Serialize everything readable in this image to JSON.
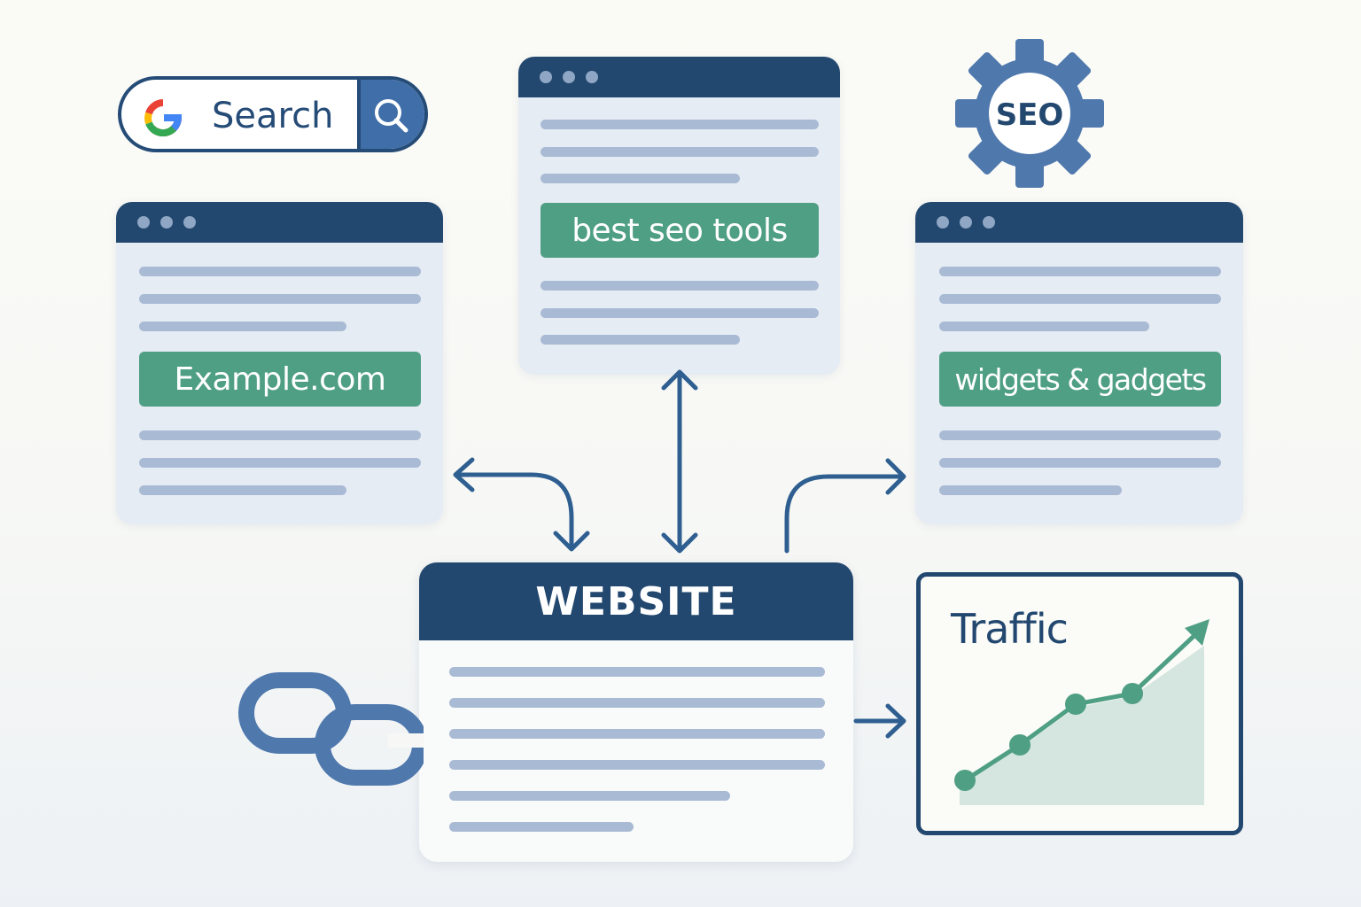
{
  "search": {
    "label": "Search",
    "logo_letter": "G"
  },
  "seo_gear": {
    "label": "SEO"
  },
  "left_page": {
    "keyword": "Example.com"
  },
  "center_page": {
    "keyword": "best seo tools"
  },
  "right_page": {
    "keyword": "widgets & gadgets"
  },
  "website": {
    "title": "WEBSITE"
  },
  "traffic": {
    "title": "Traffic",
    "trend_points": [
      1,
      2,
      3,
      3.3
    ]
  },
  "colors": {
    "navy": "#23486f",
    "green": "#4f9f84",
    "blue": "#3f6ea8",
    "line": "#a9bad4"
  },
  "icons": [
    "google-g-icon",
    "search-magnifier-icon",
    "seo-gear-icon",
    "chain-link-icon",
    "arrow-icon",
    "trend-arrow-icon"
  ]
}
